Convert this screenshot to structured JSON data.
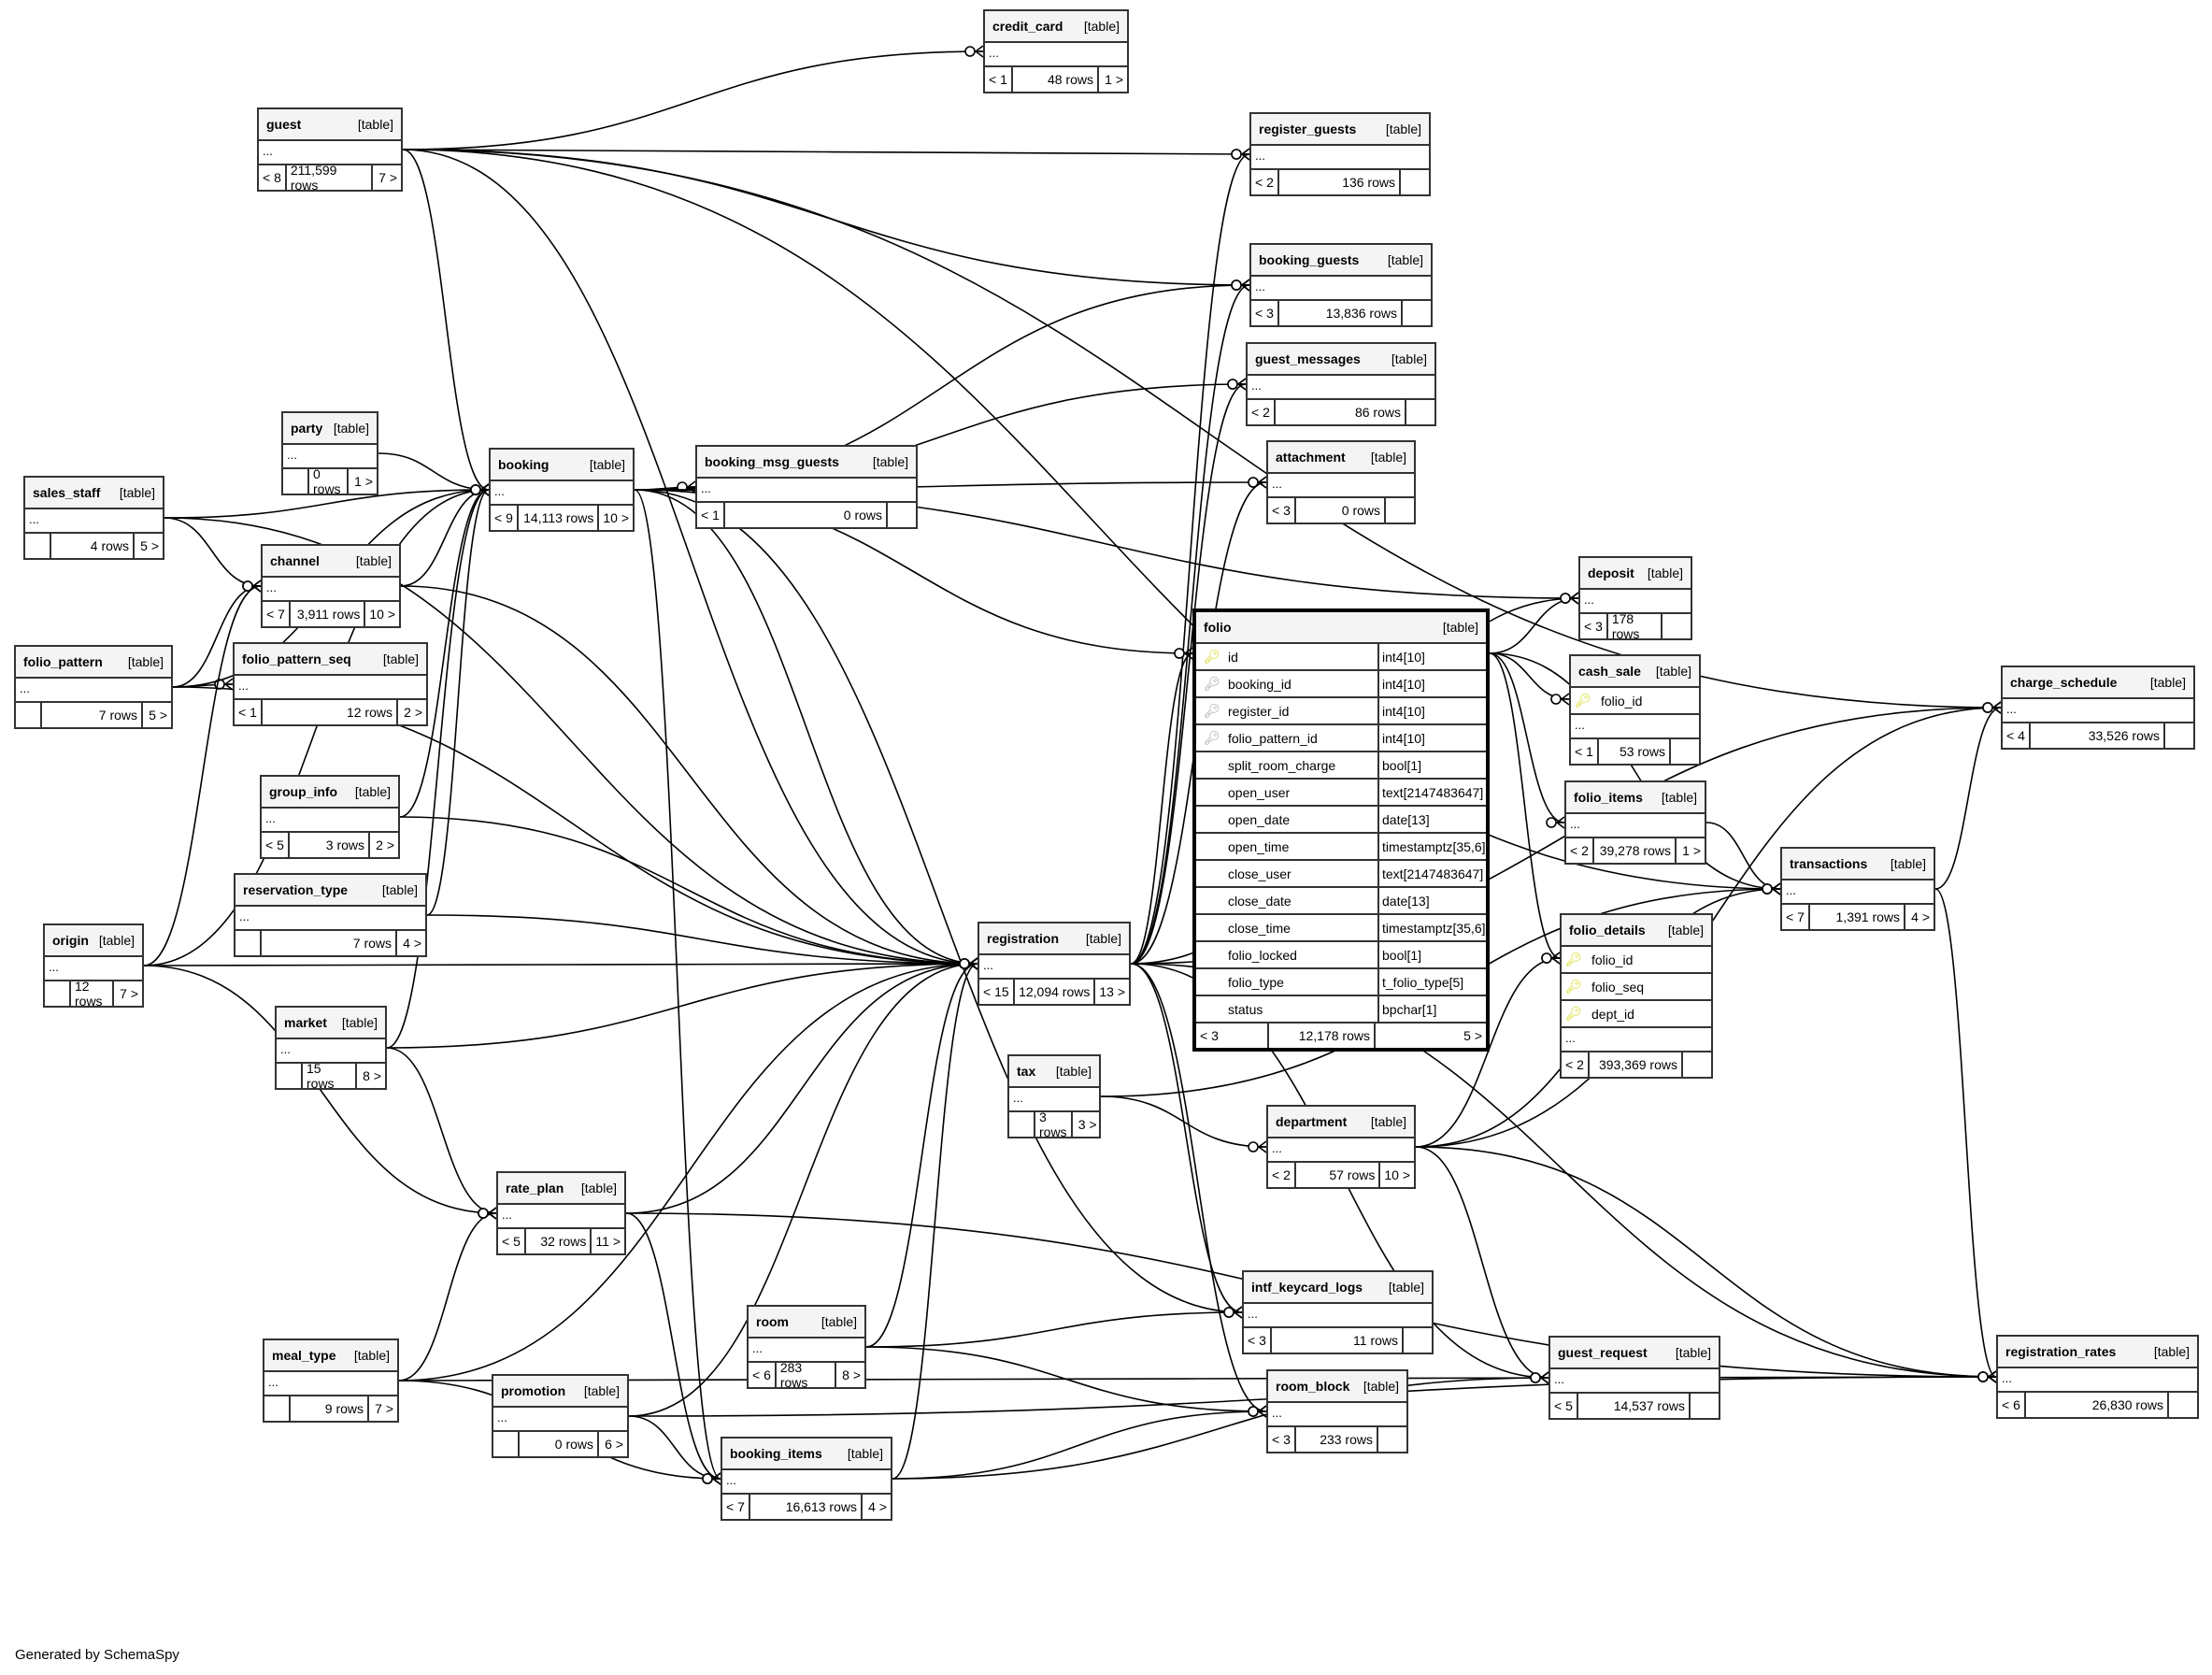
{
  "diagram": {
    "kind_label": "[table]",
    "more_columns": "...",
    "footer": "Generated by SchemaSpy",
    "colors": {
      "pk_key": "#d4d400",
      "fk_key": "#9a9a9a",
      "header_bg": "#f4f4f4",
      "border": "#333333"
    }
  },
  "tables": {
    "credit_card": {
      "name": "credit_card",
      "parents": "< 1",
      "rows": "48 rows",
      "children": "1 >"
    },
    "guest": {
      "name": "guest",
      "parents": "< 8",
      "rows": "211,599 rows",
      "children": "7 >"
    },
    "register_guests": {
      "name": "register_guests",
      "parents": "< 2",
      "rows": "136 rows",
      "children": ""
    },
    "booking_guests": {
      "name": "booking_guests",
      "parents": "< 3",
      "rows": "13,836 rows",
      "children": ""
    },
    "guest_messages": {
      "name": "guest_messages",
      "parents": "< 2",
      "rows": "86 rows",
      "children": ""
    },
    "party": {
      "name": "party",
      "parents": "",
      "rows": "0 rows",
      "children": "1 >"
    },
    "booking": {
      "name": "booking",
      "parents": "< 9",
      "rows": "14,113 rows",
      "children": "10 >"
    },
    "booking_msg_guests": {
      "name": "booking_msg_guests",
      "parents": "< 1",
      "rows": "0 rows",
      "children": ""
    },
    "attachment": {
      "name": "attachment",
      "parents": "< 3",
      "rows": "0 rows",
      "children": ""
    },
    "sales_staff": {
      "name": "sales_staff",
      "parents": "",
      "rows": "4 rows",
      "children": "5 >"
    },
    "channel": {
      "name": "channel",
      "parents": "< 7",
      "rows": "3,911 rows",
      "children": "10 >"
    },
    "deposit": {
      "name": "deposit",
      "parents": "< 3",
      "rows": "178 rows",
      "children": ""
    },
    "folio_pattern": {
      "name": "folio_pattern",
      "parents": "",
      "rows": "7 rows",
      "children": "5 >"
    },
    "folio_pattern_seq": {
      "name": "folio_pattern_seq",
      "parents": "< 1",
      "rows": "12 rows",
      "children": "2 >"
    },
    "cash_sale": {
      "name": "cash_sale",
      "parents": "< 1",
      "rows": "53 rows",
      "children": "",
      "columns": [
        {
          "name": "folio_id",
          "key": "pk"
        }
      ]
    },
    "charge_schedule": {
      "name": "charge_schedule",
      "parents": "< 4",
      "rows": "33,526 rows",
      "children": ""
    },
    "group_info": {
      "name": "group_info",
      "parents": "< 5",
      "rows": "3 rows",
      "children": "2 >"
    },
    "folio_items": {
      "name": "folio_items",
      "parents": "< 2",
      "rows": "39,278 rows",
      "children": "1 >"
    },
    "transactions": {
      "name": "transactions",
      "parents": "< 7",
      "rows": "1,391 rows",
      "children": "4 >"
    },
    "reservation_type": {
      "name": "reservation_type",
      "parents": "",
      "rows": "7 rows",
      "children": "4 >"
    },
    "registration": {
      "name": "registration",
      "parents": "< 15",
      "rows": "12,094 rows",
      "children": "13 >"
    },
    "folio_details": {
      "name": "folio_details",
      "parents": "< 2",
      "rows": "393,369 rows",
      "children": "",
      "columns": [
        {
          "name": "folio_id",
          "key": "pk"
        },
        {
          "name": "folio_seq",
          "key": "pk"
        },
        {
          "name": "dept_id",
          "key": "pk"
        }
      ]
    },
    "origin": {
      "name": "origin",
      "parents": "",
      "rows": "12 rows",
      "children": "7 >"
    },
    "market": {
      "name": "market",
      "parents": "",
      "rows": "15 rows",
      "children": "8 >"
    },
    "tax": {
      "name": "tax",
      "parents": "",
      "rows": "3 rows",
      "children": "3 >"
    },
    "department": {
      "name": "department",
      "parents": "< 2",
      "rows": "57 rows",
      "children": "10 >"
    },
    "rate_plan": {
      "name": "rate_plan",
      "parents": "< 5",
      "rows": "32 rows",
      "children": "11 >"
    },
    "intf_keycard_logs": {
      "name": "intf_keycard_logs",
      "parents": "< 3",
      "rows": "11 rows",
      "children": ""
    },
    "room": {
      "name": "room",
      "parents": "< 6",
      "rows": "283 rows",
      "children": "8 >"
    },
    "guest_request": {
      "name": "guest_request",
      "parents": "< 5",
      "rows": "14,537 rows",
      "children": ""
    },
    "registration_rates": {
      "name": "registration_rates",
      "parents": "< 6",
      "rows": "26,830 rows",
      "children": ""
    },
    "meal_type": {
      "name": "meal_type",
      "parents": "",
      "rows": "9 rows",
      "children": "7 >"
    },
    "promotion": {
      "name": "promotion",
      "parents": "",
      "rows": "0 rows",
      "children": "6 >"
    },
    "room_block": {
      "name": "room_block",
      "parents": "< 3",
      "rows": "233 rows",
      "children": ""
    },
    "booking_items": {
      "name": "booking_items",
      "parents": "< 7",
      "rows": "16,613 rows",
      "children": "4 >"
    }
  },
  "focus_table": {
    "name": "folio",
    "parents": "< 3",
    "rows": "12,178 rows",
    "children": "5 >",
    "columns": [
      {
        "name": "id",
        "type": "int4[10]",
        "key": "pk"
      },
      {
        "name": "booking_id",
        "type": "int4[10]",
        "key": "fk"
      },
      {
        "name": "register_id",
        "type": "int4[10]",
        "key": "fk"
      },
      {
        "name": "folio_pattern_id",
        "type": "int4[10]",
        "key": "fk"
      },
      {
        "name": "split_room_charge",
        "type": "bool[1]",
        "key": ""
      },
      {
        "name": "open_user",
        "type": "text[2147483647]",
        "key": ""
      },
      {
        "name": "open_date",
        "type": "date[13]",
        "key": ""
      },
      {
        "name": "open_time",
        "type": "timestamptz[35,6]",
        "key": ""
      },
      {
        "name": "close_user",
        "type": "text[2147483647]",
        "key": ""
      },
      {
        "name": "close_date",
        "type": "date[13]",
        "key": ""
      },
      {
        "name": "close_time",
        "type": "timestamptz[35,6]",
        "key": ""
      },
      {
        "name": "folio_locked",
        "type": "bool[1]",
        "key": ""
      },
      {
        "name": "folio_type",
        "type": "t_folio_type[5]",
        "key": ""
      },
      {
        "name": "status",
        "type": "bpchar[1]",
        "key": ""
      }
    ]
  },
  "relationships": [
    [
      "guest",
      "credit_card"
    ],
    [
      "guest",
      "register_guests"
    ],
    [
      "guest",
      "booking_guests"
    ],
    [
      "guest",
      "booking"
    ],
    [
      "guest",
      "registration"
    ],
    [
      "guest",
      "charge_schedule"
    ],
    [
      "guest",
      "transactions"
    ],
    [
      "booking",
      "booking_guests"
    ],
    [
      "booking",
      "guest_messages"
    ],
    [
      "booking",
      "booking_msg_guests"
    ],
    [
      "booking",
      "attachment"
    ],
    [
      "booking",
      "deposit"
    ],
    [
      "booking",
      "folio"
    ],
    [
      "booking",
      "registration"
    ],
    [
      "booking",
      "booking_items"
    ],
    [
      "booking",
      "intf_keycard_logs"
    ],
    [
      "party",
      "booking"
    ],
    [
      "sales_staff",
      "booking"
    ],
    [
      "sales_staff",
      "channel"
    ],
    [
      "sales_staff",
      "registration"
    ],
    [
      "channel",
      "booking"
    ],
    [
      "channel",
      "registration"
    ],
    [
      "folio_pattern",
      "channel"
    ],
    [
      "folio_pattern",
      "folio_pattern_seq"
    ],
    [
      "folio_pattern",
      "booking"
    ],
    [
      "folio_pattern",
      "registration"
    ],
    [
      "group_info",
      "booking"
    ],
    [
      "group_info",
      "registration"
    ],
    [
      "reservation_type",
      "booking"
    ],
    [
      "reservation_type",
      "registration"
    ],
    [
      "origin",
      "channel"
    ],
    [
      "origin",
      "booking"
    ],
    [
      "origin",
      "registration"
    ],
    [
      "origin",
      "rate_plan"
    ],
    [
      "market",
      "booking"
    ],
    [
      "market",
      "registration"
    ],
    [
      "market",
      "rate_plan"
    ],
    [
      "registration",
      "register_guests"
    ],
    [
      "registration",
      "booking_guests"
    ],
    [
      "registration",
      "guest_messages"
    ],
    [
      "registration",
      "attachment"
    ],
    [
      "registration",
      "deposit"
    ],
    [
      "registration",
      "folio"
    ],
    [
      "registration",
      "intf_keycard_logs"
    ],
    [
      "registration",
      "room_block"
    ],
    [
      "registration",
      "guest_request"
    ],
    [
      "registration",
      "registration_rates"
    ],
    [
      "registration",
      "charge_schedule"
    ],
    [
      "folio",
      "cash_sale"
    ],
    [
      "folio",
      "folio_items"
    ],
    [
      "folio",
      "folio_details"
    ],
    [
      "folio",
      "transactions"
    ],
    [
      "folio",
      "deposit"
    ],
    [
      "folio_items",
      "transactions"
    ],
    [
      "tax",
      "department"
    ],
    [
      "tax",
      "transactions"
    ],
    [
      "department",
      "folio_details"
    ],
    [
      "department",
      "transactions"
    ],
    [
      "department",
      "guest_request"
    ],
    [
      "department",
      "registration_rates"
    ],
    [
      "department",
      "charge_schedule"
    ],
    [
      "rate_plan",
      "registration"
    ],
    [
      "rate_plan",
      "booking_items"
    ],
    [
      "rate_plan",
      "registration_rates"
    ],
    [
      "room",
      "registration"
    ],
    [
      "room",
      "intf_keycard_logs"
    ],
    [
      "room",
      "room_block"
    ],
    [
      "meal_type",
      "rate_plan"
    ],
    [
      "meal_type",
      "registration"
    ],
    [
      "meal_type",
      "booking_items"
    ],
    [
      "meal_type",
      "registration_rates"
    ],
    [
      "promotion",
      "booking_items"
    ],
    [
      "promotion",
      "registration"
    ],
    [
      "promotion",
      "registration_rates"
    ],
    [
      "booking_items",
      "registration"
    ],
    [
      "booking_items",
      "room_block"
    ],
    [
      "booking_items",
      "guest_request"
    ],
    [
      "transactions",
      "registration_rates"
    ],
    [
      "transactions",
      "charge_schedule"
    ]
  ]
}
